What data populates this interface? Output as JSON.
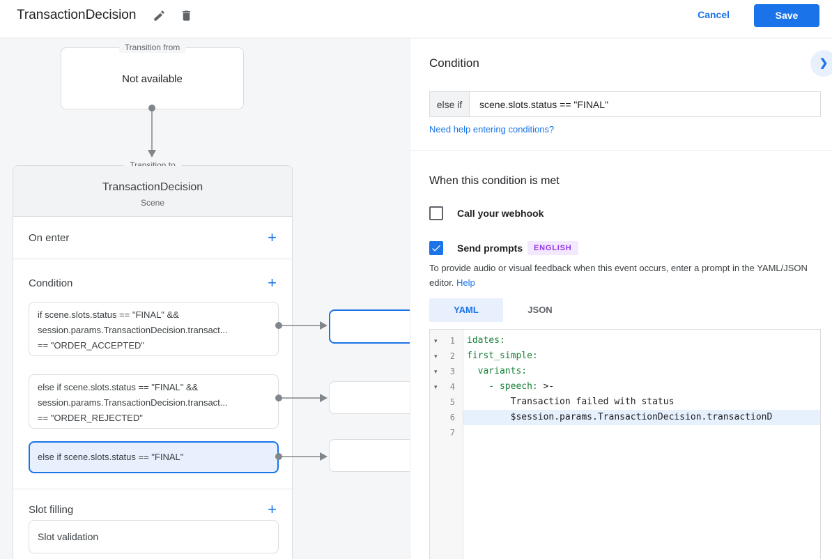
{
  "icons": {
    "add": "+",
    "fold": "▾",
    "chevron": "❯"
  },
  "header": {
    "title": "TransactionDecision",
    "cancel": "Cancel",
    "save": "Save"
  },
  "flow": {
    "transition_from": {
      "legend": "Transition from",
      "value": "Not available"
    },
    "transition_to": {
      "legend": "Transition to",
      "title": "TransactionDecision",
      "subtitle": "Scene",
      "on_enter_label": "On enter",
      "condition_label": "Condition",
      "conditions": [
        {
          "line1": "if scene.slots.status == \"FINAL\" &&",
          "line2": "session.params.TransactionDecision.transact...",
          "line3": "== \"ORDER_ACCEPTED\""
        },
        {
          "line1": "else if scene.slots.status == \"FINAL\" &&",
          "line2": "session.params.TransactionDecision.transact...",
          "line3": "== \"ORDER_REJECTED\""
        },
        {
          "line1": "else if scene.slots.status == \"FINAL\""
        }
      ],
      "slot_filling_label": "Slot filling",
      "slot_validation_label": "Slot validation"
    }
  },
  "panel": {
    "heading": "Condition",
    "condition_prefix": "else if",
    "condition_expression": "scene.slots.status == \"FINAL\"",
    "help_link": "Need help entering conditions?",
    "when_met_heading": "When this condition is met",
    "webhook_label": "Call your webhook",
    "webhook_checked": false,
    "prompts_label": "Send prompts",
    "prompts_checked": true,
    "language_badge": "ENGLISH",
    "description": "To provide audio or visual feedback when this event occurs, enter a prompt in the YAML/JSON editor.",
    "help_label": "Help",
    "tabs": {
      "yaml": "YAML",
      "json": "JSON",
      "active": "YAML"
    },
    "editor": {
      "lines": [
        {
          "num": "1",
          "key": "idates:",
          "rest": ""
        },
        {
          "num": "2",
          "key": "first_simple:",
          "rest": ""
        },
        {
          "num": "3",
          "key": "  variants:",
          "rest": ""
        },
        {
          "num": "4",
          "key": "    - speech:",
          "rest": " >-"
        },
        {
          "num": "5",
          "key": "",
          "rest": "        Transaction failed with status"
        },
        {
          "num": "6",
          "key": "",
          "rest": "        $session.params.TransactionDecision.transactionD"
        },
        {
          "num": "7",
          "key": "",
          "rest": ""
        }
      ]
    }
  },
  "colors": {
    "accent": "#1a73e8",
    "selected_bg": "#e8f0fe",
    "code_key_green": "#188038",
    "badge_bg": "#f3e8fd",
    "badge_text": "#9334e6"
  }
}
